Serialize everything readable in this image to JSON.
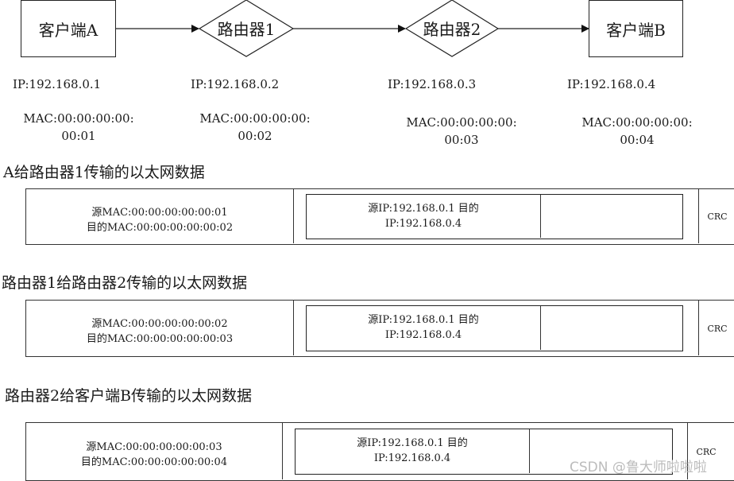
{
  "topology": {
    "nodes": [
      {
        "id": "client-a",
        "label": "客户端A",
        "shape": "rectangle",
        "ip": "IP:192.168.0.1",
        "mac_line1": "MAC:00:00:00:00:",
        "mac_line2": "00:01"
      },
      {
        "id": "router-1",
        "label": "路由器1",
        "shape": "diamond",
        "ip": "IP:192.168.0.2",
        "mac_line1": "MAC:00:00:00:00:",
        "mac_line2": "00:02"
      },
      {
        "id": "router-2",
        "label": "路由器2",
        "shape": "diamond",
        "ip": "IP:192.168.0.3",
        "mac_line1": "MAC:00:00:00:00:",
        "mac_line2": "00:03"
      },
      {
        "id": "client-b",
        "label": "客户端B",
        "shape": "rectangle",
        "ip": "IP:192.168.0.4",
        "mac_line1": "MAC:00:00:00:00:",
        "mac_line2": "00:04"
      }
    ],
    "edges": [
      {
        "from": "client-a",
        "to": "router-1"
      },
      {
        "from": "router-1",
        "to": "router-2"
      },
      {
        "from": "router-2",
        "to": "client-b"
      }
    ]
  },
  "frames": [
    {
      "title": "A给路由器1传输的以太网数据",
      "src_mac": "源MAC:00:00:00:00:00:01",
      "dst_mac": "目的MAC:00:00:00:00:00:02",
      "ip_line1": "源IP:192.168.0.1 目的",
      "ip_line2": "IP:192.168.0.4",
      "payload": "",
      "crc": "CRC"
    },
    {
      "title": "路由器1给路由器2传输的以太网数据",
      "src_mac": "源MAC:00:00:00:00:00:02",
      "dst_mac": "目的MAC:00:00:00:00:00:03",
      "ip_line1": "源IP:192.168.0.1 目的",
      "ip_line2": "IP:192.168.0.4",
      "payload": "",
      "crc": "CRC"
    },
    {
      "title": "路由器2给客户端B传输的以太网数据",
      "src_mac": "源MAC:00:00:00:00:00:03",
      "dst_mac": "目的MAC:00:00:00:00:00:04",
      "ip_line1": "源IP:192.168.0.1 目的",
      "ip_line2": "IP:192.168.0.4",
      "payload": "",
      "crc": "CRC"
    }
  ],
  "watermark": "CSDN @鲁大师啦啦啦",
  "colors": {
    "line": "#222222",
    "watermark": "#bcbcbc",
    "background": "#ffffff"
  }
}
